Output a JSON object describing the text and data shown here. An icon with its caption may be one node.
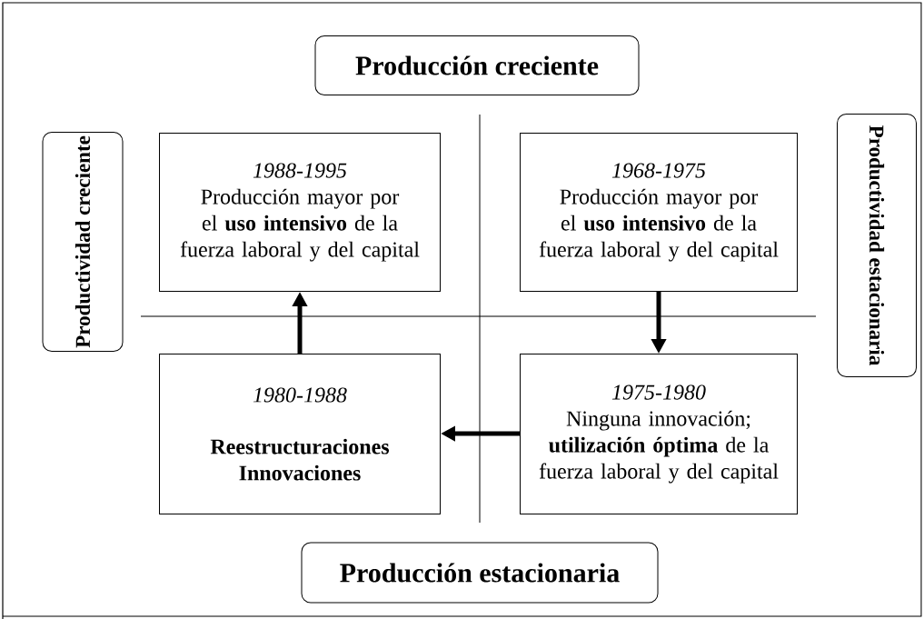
{
  "diagram": {
    "nodes": [
      {
        "text": [
          "Producción creciente"
        ]
      },
      {
        "text": [
          "Productividad creciente"
        ]
      },
      {
        "text": [
          "1988-1995",
          "Producción mayor por el **uso intensivo** de la fuerza laboral y del capital"
        ]
      },
      {
        "text": [
          "1968-1975",
          "Producción mayor por el **uso intensivo** de la fuerza laboral y del capital"
        ]
      },
      {
        "text": [
          "Productividad estacionaria"
        ]
      },
      {
        "text": [
          "1980-1988",
          "**Reestructuraciones Innovaciones**"
        ]
      },
      {
        "text": [
          "1975-1980",
          "Ninguna innovación; **utilización óptima** de la fuerza laboral y del capital"
        ]
      },
      {
        "text": [
          "Producción estacionaria"
        ]
      }
    ],
    "edges": [
      {
        "from": 5,
        "to": 2,
        "arrow": "to"
      },
      {
        "from": 3,
        "to": 6,
        "arrow": "to"
      },
      {
        "from": 6,
        "to": 5,
        "arrow": "to"
      }
    ]
  }
}
